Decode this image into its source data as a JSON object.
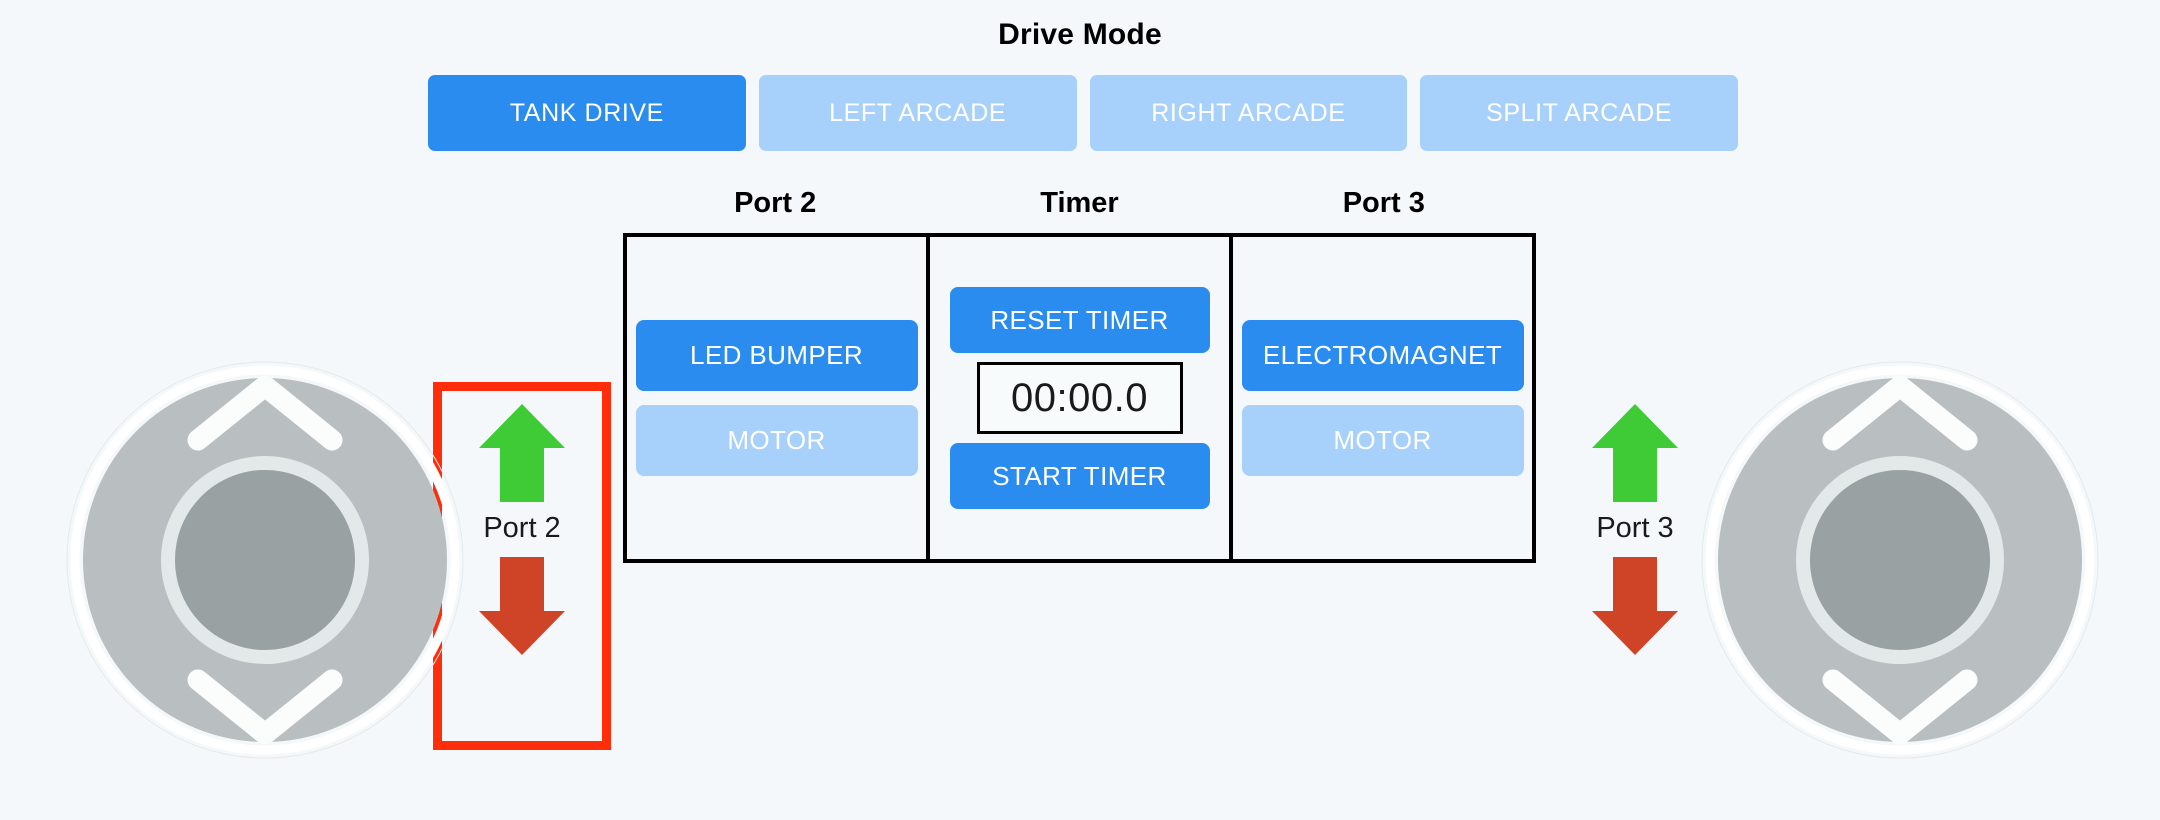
{
  "app": {
    "background_color": "#f4f8fa",
    "accent_color": "#2b8cf0",
    "accent_muted_color": "#a7d0fb",
    "highlight_color": "#ff2d0a",
    "arrow_up_color": "#3ecb35",
    "arrow_down_color": "#cf4327"
  },
  "drive_mode": {
    "title": "Drive Mode",
    "buttons": [
      {
        "label": "TANK DRIVE",
        "active": true
      },
      {
        "label": "LEFT ARCADE",
        "active": false
      },
      {
        "label": "RIGHT ARCADE",
        "active": false
      },
      {
        "label": "SPLIT ARCADE",
        "active": false
      }
    ]
  },
  "panel": {
    "headers": [
      "Port 2",
      "Timer",
      "Port 3"
    ],
    "port2": {
      "header": "Port 2",
      "buttons": [
        {
          "label": "LED BUMPER",
          "active": true
        },
        {
          "label": "MOTOR",
          "active": false
        }
      ]
    },
    "timer": {
      "header": "Timer",
      "reset_label": "RESET TIMER",
      "display": "00:00.0",
      "start_label": "START TIMER"
    },
    "port3": {
      "header": "Port 3",
      "buttons": [
        {
          "label": "ELECTROMAGNET",
          "active": true
        },
        {
          "label": "MOTOR",
          "active": false
        }
      ]
    }
  },
  "arrow_controls": [
    {
      "label": "Port 2",
      "up_icon": "arrow-up-icon",
      "down_icon": "arrow-down-icon",
      "highlighted": true
    },
    {
      "label": "Port 3",
      "up_icon": "arrow-up-icon",
      "down_icon": "arrow-down-icon",
      "highlighted": false
    }
  ],
  "joysticks": [
    {
      "name": "left-joystick",
      "up_icon": "chevron-up-icon",
      "down_icon": "chevron-down-icon"
    },
    {
      "name": "right-joystick",
      "up_icon": "chevron-up-icon",
      "down_icon": "chevron-down-icon"
    }
  ]
}
